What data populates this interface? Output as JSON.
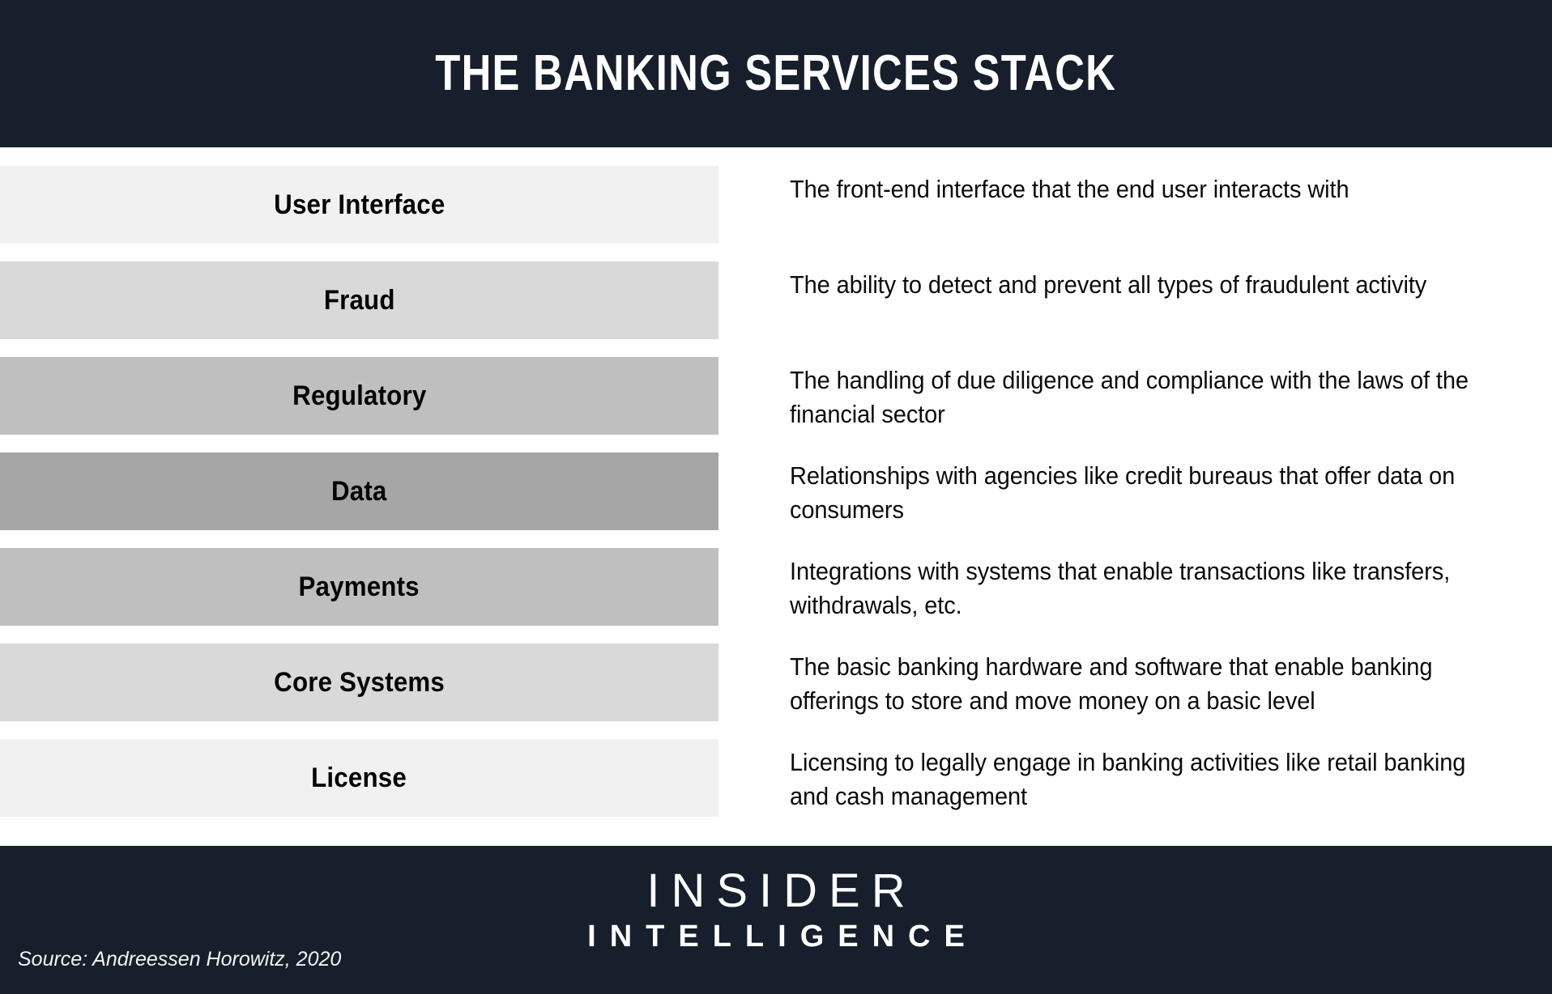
{
  "header": {
    "title": "THE BANKING SERVICES STACK",
    "background_color": "#161f2b",
    "text_color": "#ffffff"
  },
  "stack": {
    "layers": [
      {
        "label": "User Interface",
        "description": "The front-end interface that the end user interacts with",
        "fill_color": "#f1f1f1"
      },
      {
        "label": "Fraud",
        "description": "The ability to detect and prevent all types of fraudulent activity",
        "fill_color": "#d9d9d9"
      },
      {
        "label": "Regulatory",
        "description": "The handling of due diligence and compliance with the laws of the financial sector",
        "fill_color": "#bfbfbf"
      },
      {
        "label": "Data",
        "description": "Relationships with agencies like credit bureaus that offer data on consumers",
        "fill_color": "#a6a6a6"
      },
      {
        "label": "Payments",
        "description": "Integrations with systems that enable transactions like transfers, withdrawals, etc.",
        "fill_color": "#bfbfbf"
      },
      {
        "label": "Core Systems",
        "description": "The basic banking hardware and software that enable banking offerings to store and move money on a basic level",
        "fill_color": "#d9d9d9"
      },
      {
        "label": "License",
        "description": "Licensing to legally engage in banking activities like retail banking and cash management",
        "fill_color": "#f1f1f1"
      }
    ]
  },
  "footer": {
    "logo_primary": "INSIDER",
    "logo_secondary": "INTELLIGENCE",
    "source": "Source: Andreessen Horowitz, 2020",
    "background_color": "#161f2b",
    "text_color": "#ffffff"
  }
}
